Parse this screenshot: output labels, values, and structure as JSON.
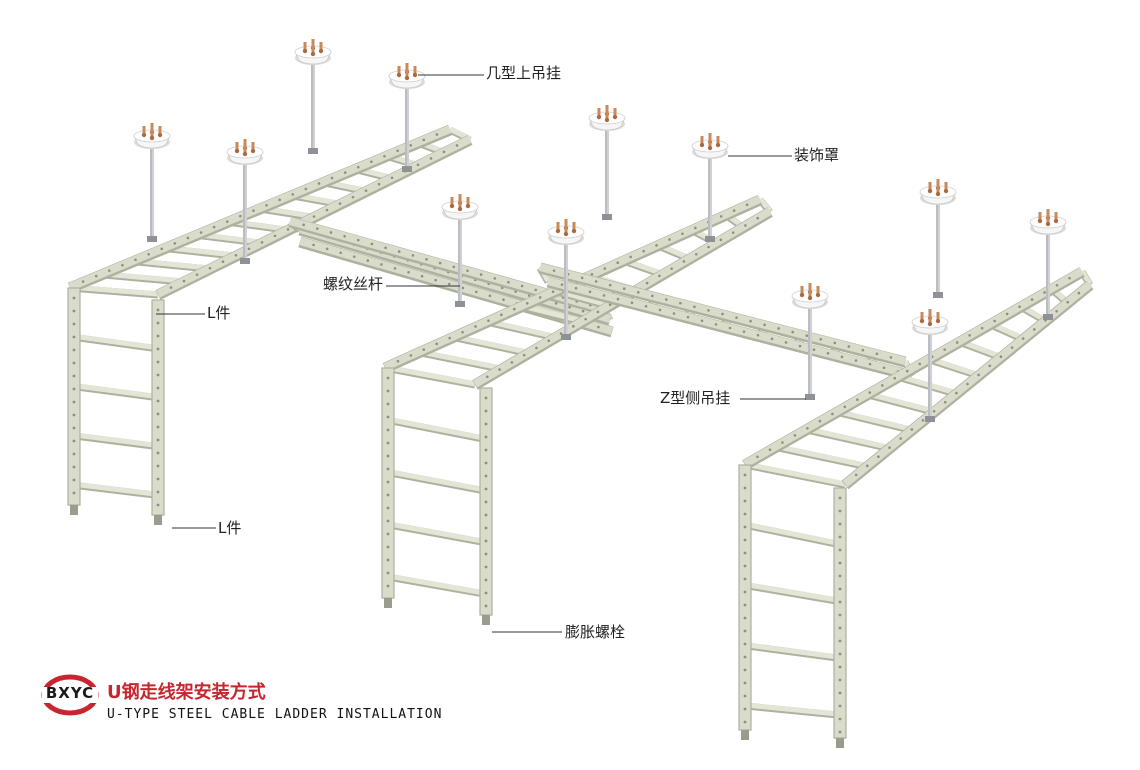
{
  "labels": {
    "top_hanger": "几型上吊挂",
    "cover": "装饰罩",
    "threaded_rod": "螺纹丝杆",
    "l_piece_top": "L件",
    "l_piece_bottom": "L件",
    "z_side_hanger": "Z型侧吊挂",
    "expansion_bolt": "膨胀螺栓"
  },
  "brand": {
    "logo_text": "BXYC",
    "title_cn": "U钢走线架安装方式",
    "title_en": "U-TYPE STEEL CABLE LADDER INSTALLATION"
  },
  "colors": {
    "rail": "#d9dccb",
    "rail_dark": "#aeb19e",
    "rung": "#e3e5d6",
    "rod": "#b9bcc0",
    "cap": "#f6f6f6",
    "bolt": "#c98a5b",
    "brand_red": "#c8262e"
  },
  "icons": [
    "ceiling-hanger-icon",
    "decorative-cover-icon",
    "brand-ring-logo"
  ]
}
